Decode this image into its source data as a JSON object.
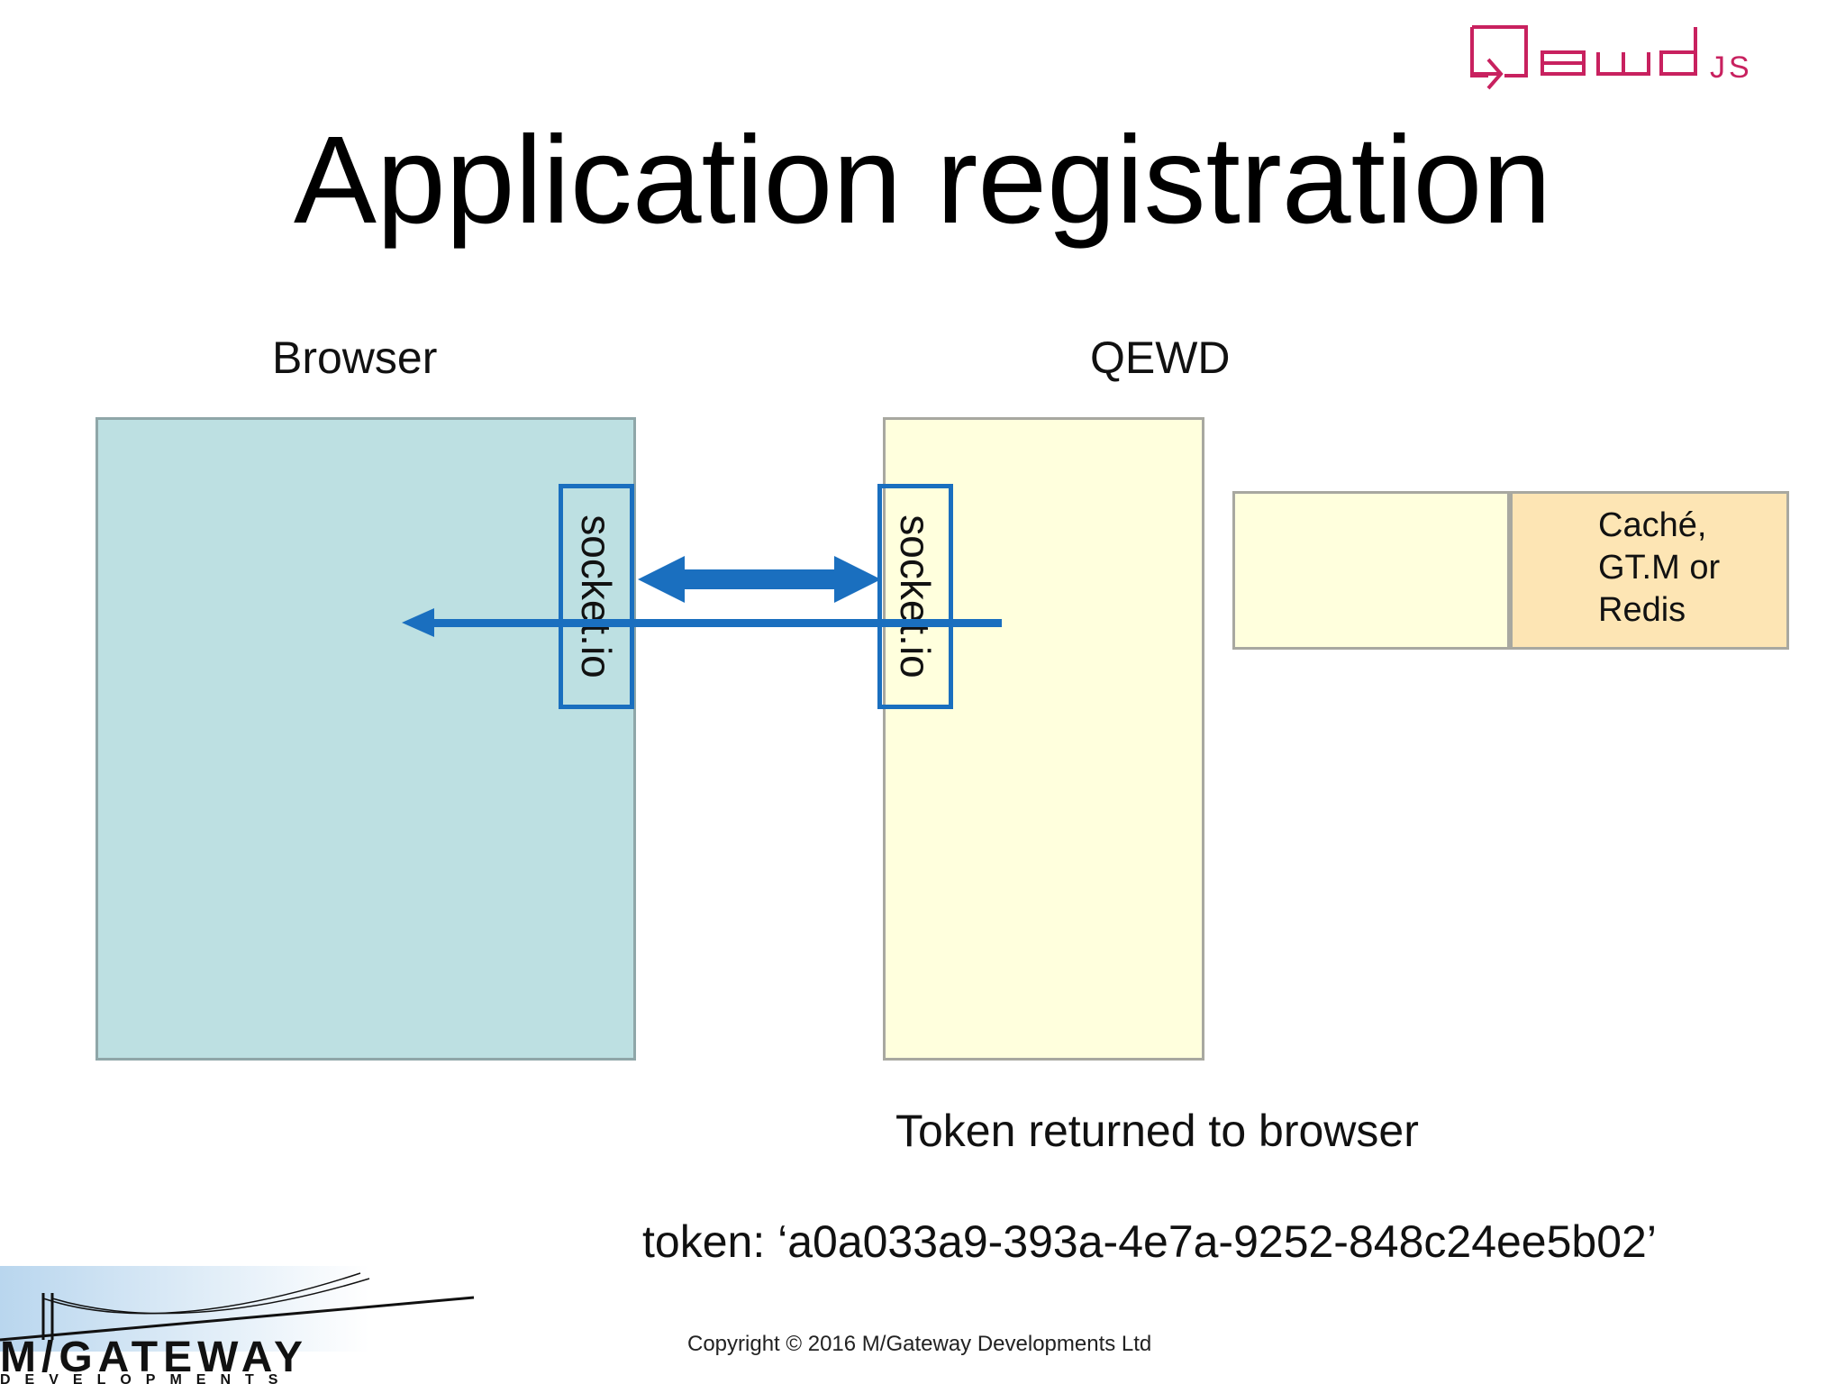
{
  "slide": {
    "title": "Application registration",
    "labels": {
      "browser": "Browser",
      "qewd": "QEWD"
    },
    "socket_label": "socket.io",
    "database_box": {
      "lines": [
        "Caché,",
        "GT.M or",
        "Redis"
      ]
    },
    "caption": "Token returned to browser",
    "token_line": "token: ‘a0a033a9-393a-4e7a-9252-848c24ee5b02’",
    "copyright": "Copyright © 2016 M/Gateway Developments Ltd"
  },
  "logos": {
    "product": "qewd.js",
    "company": {
      "line1": "M/GATEWAY",
      "line2": "DEVELOPMENTS"
    }
  },
  "colors": {
    "browser_panel": "#bde0e2",
    "qewd_panel": "#ffffdd",
    "database_box": "#fde5b4",
    "arrow": "#1a6fbf",
    "logo_accent": "#c8215f"
  },
  "icons": {
    "bidirectional_arrow": "double-headed-arrow-icon",
    "token_arrow": "left-arrow-icon"
  }
}
